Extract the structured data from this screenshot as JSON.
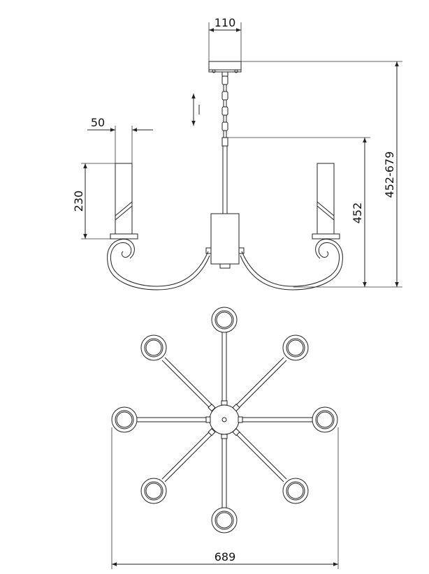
{
  "dimensions": {
    "canopy_width": "110",
    "candle_width": "50",
    "candle_height": "230",
    "body_height": "452",
    "total_height": "452-679",
    "span_width": "689"
  },
  "colors": {
    "line": "#222222",
    "background": "#ffffff"
  }
}
